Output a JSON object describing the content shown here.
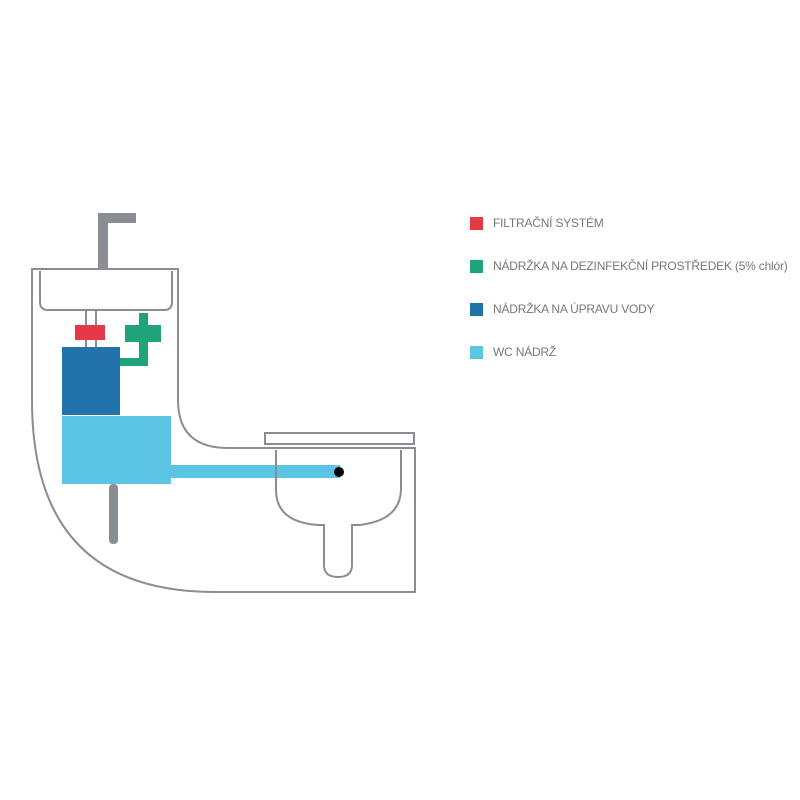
{
  "legend": [
    {
      "label": "FILTRAČNÍ SYSTÉM",
      "color": "#e63946"
    },
    {
      "label": "NÁDRŽKA NA DEZINFEKČNÍ PROSTŘEDEK (5% chlór)",
      "color": "#1fa37a"
    },
    {
      "label": "NÁDRŽKA NA ÚPRAVU VODY",
      "color": "#2272ab"
    },
    {
      "label": "WC NÁDRŽ",
      "color": "#5bc5e3"
    }
  ],
  "colors": {
    "outline": "#8a8d93",
    "pipe": "#8a8d93"
  }
}
